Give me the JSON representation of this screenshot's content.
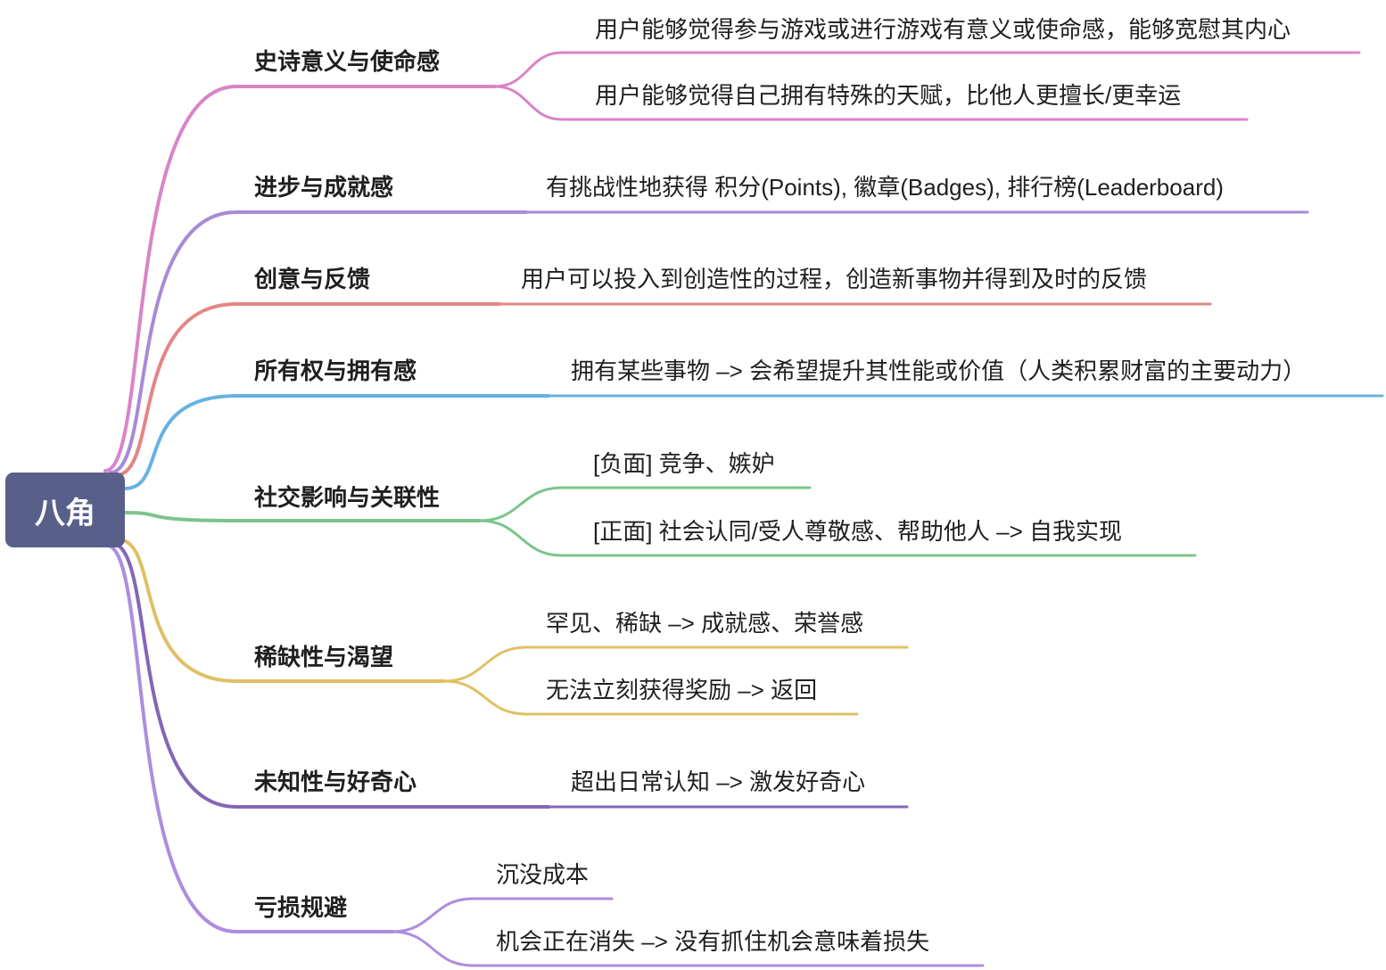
{
  "root": {
    "label": "八角",
    "color": "#58608a"
  },
  "branches": [
    {
      "label": "史诗意义与使命感",
      "color": "#d984c8",
      "children": [
        "用户能够觉得参与游戏或进行游戏有意义或使命感，能够宽慰其内心",
        "用户能够觉得自己拥有特殊的天赋，比他人更擅长/更幸运"
      ]
    },
    {
      "label": "进步与成就感",
      "color": "#a78ad8",
      "children": [
        "有挑战性地获得 积分(Points), 徽章(Badges), 排行榜(Leaderboard)"
      ]
    },
    {
      "label": "创意与反馈",
      "color": "#e48585",
      "children": [
        "用户可以投入到创造性的过程，创造新事物并得到及时的反馈"
      ]
    },
    {
      "label": "所有权与拥有感",
      "color": "#67b2e2",
      "children": [
        "拥有某些事物 –> 会希望提升其性能或价值（人类积累财富的主要动力）"
      ]
    },
    {
      "label": "社交影响与关联性",
      "color": "#7cc48a",
      "children": [
        "[负面] 竞争、嫉妒",
        "[正面] 社会认同/受人尊敬感、帮助他人 –> 自我实现"
      ]
    },
    {
      "label": "稀缺性与渴望",
      "color": "#e0c064",
      "children": [
        "罕见、稀缺 –> 成就感、荣誉感",
        "无法立刻获得奖励 –> 返回"
      ]
    },
    {
      "label": "未知性与好奇心",
      "color": "#8466b6",
      "children": [
        "超出日常认知 –> 激发好奇心"
      ]
    },
    {
      "label": "亏损规避",
      "color": "#ad8ddf",
      "children": [
        "沉没成本",
        "机会正在消失 –> 没有抓住机会意味着损失"
      ]
    }
  ]
}
